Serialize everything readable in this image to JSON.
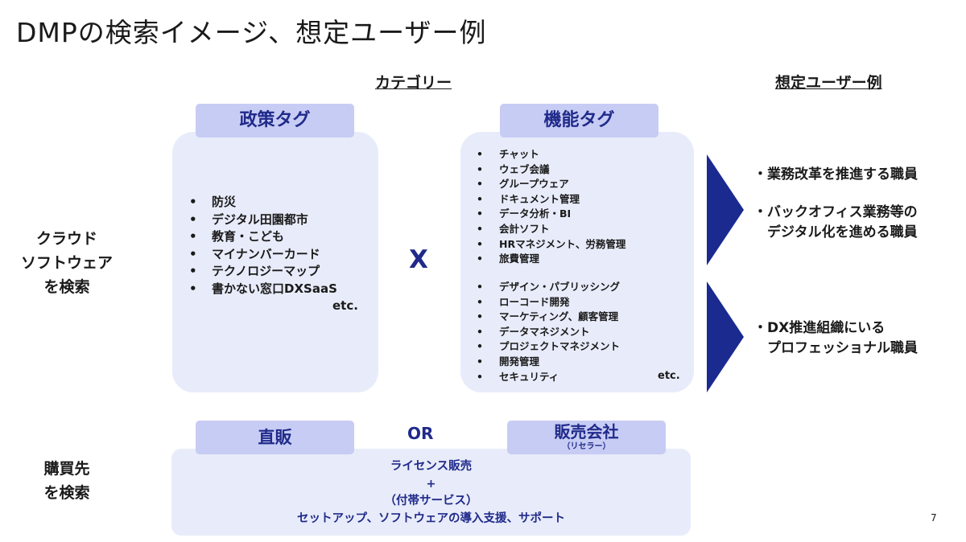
{
  "title": "DMPの検索イメージ、想定ユーザー例",
  "headings": {
    "category": "カテゴリー",
    "users": "想定ユーザー例"
  },
  "side_labels": {
    "cloud": [
      "クラウド",
      "ソフトウェア",
      "を検索"
    ],
    "purchase": [
      "購買先",
      "を検索"
    ]
  },
  "policy_tag": {
    "label": "政策タグ",
    "items": [
      "防災",
      "デジタル田園都市",
      "教育・こども",
      "マイナンバーカード",
      "テクノロジーマップ",
      "書かない窓口DXSaaS"
    ],
    "etc": "etc."
  },
  "cross": "X",
  "function_tag": {
    "label": "機能タグ",
    "items_a": [
      "チャット",
      "ウェブ会議",
      "グループウェア",
      "ドキュメント管理",
      "データ分析・BI",
      "会計ソフト",
      "HRマネジメント、労務管理",
      "旅費管理"
    ],
    "items_b": [
      "デザイン・パブリッシング",
      "ローコード開発",
      "マーケティング、顧客管理",
      "データマネジメント",
      "プロジェクトマネジメント",
      "開発管理",
      "セキュリティ"
    ],
    "etc": "etc."
  },
  "users": {
    "group1": [
      "・業務改革を推進する職員",
      "・バックオフィス業務等の",
      "デジタル化を進める職員"
    ],
    "group2": [
      "・DX推進組織にいる",
      "プロフェッショナル職員"
    ]
  },
  "purchase": {
    "direct": "直販",
    "or": "OR",
    "reseller": "販売会社",
    "reseller_sub": "（リセラー）",
    "lines": [
      "ライセンス販売",
      "+",
      "（付帯サービス）",
      "セットアップ、ソフトウェアの導入支援、サポート"
    ]
  },
  "page_number": "7",
  "colors": {
    "accent": "#202a8a",
    "tag_bg": "#c7ccf4",
    "panel_bg": "#e8ecfa",
    "arrow": "#1b2a8f"
  }
}
